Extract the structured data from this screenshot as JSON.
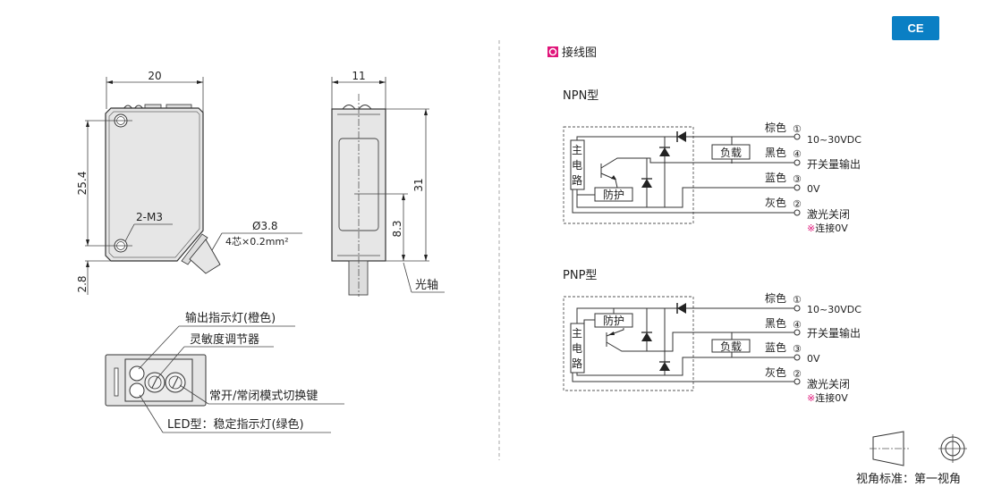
{
  "badge": {
    "label": "CE",
    "color": "#0a7fc4"
  },
  "dimensions": {
    "front_width": "20",
    "front_hole_pitch": "25.4",
    "front_bottom_offset": "2.8",
    "mount_holes": "2-M3",
    "cable_diameter": "Ø3.8",
    "cable_spec": "4芯×0.2mm²",
    "side_width": "11",
    "side_height": "31",
    "optical_axis_height": "8.3",
    "optical_axis_label": "光轴"
  },
  "panel_callouts": {
    "output_indicator": "输出指示灯(橙色)",
    "sensitivity_adjuster": "灵敏度调节器",
    "mode_switch": "常开/常闭模式切换键",
    "stability_indicator": "LED型：稳定指示灯(绿色)"
  },
  "wiring": {
    "section_title": "接线图",
    "section_icon_color": "#e0157a",
    "diagrams": [
      {
        "title": "NPN型",
        "main_circuit": [
          "主",
          "电",
          "路"
        ],
        "protection": "防护",
        "load": "负载",
        "wires": [
          {
            "color": "棕色",
            "num": "①",
            "function": "10~30VDC"
          },
          {
            "color": "黑色",
            "num": "④",
            "function": "开关量输出"
          },
          {
            "color": "蓝色",
            "num": "③",
            "function": "0V"
          },
          {
            "color": "灰色",
            "num": "②",
            "function": "激光关闭"
          }
        ],
        "note": "※连接0V"
      },
      {
        "title": "PNP型",
        "main_circuit": [
          "主",
          "电",
          "路"
        ],
        "protection": "防护",
        "load": "负载",
        "wires": [
          {
            "color": "棕色",
            "num": "①",
            "function": "10~30VDC"
          },
          {
            "color": "黑色",
            "num": "④",
            "function": "开关量输出"
          },
          {
            "color": "蓝色",
            "num": "③",
            "function": "0V"
          },
          {
            "color": "灰色",
            "num": "②",
            "function": "激光关闭"
          }
        ],
        "note": "※连接0V"
      }
    ]
  },
  "projection": {
    "label": "视角标准：第一视角"
  }
}
